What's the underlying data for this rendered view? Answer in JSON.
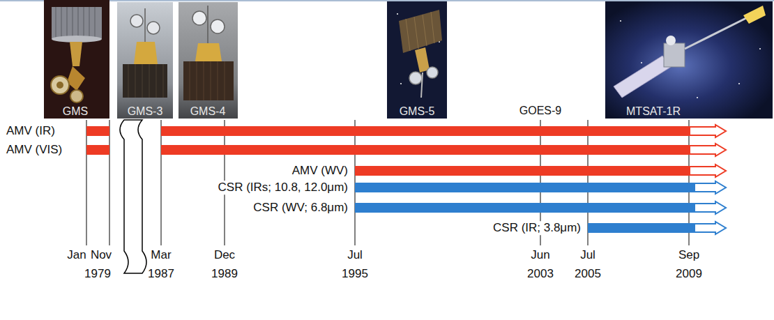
{
  "diagram": {
    "labels": [
      "GMS",
      "GMS-3",
      "GMS-4",
      "GMS-5",
      "GOES-9",
      "MTSAT-1R",
      "AMV (IR)",
      "AMV (VIS)",
      "AMV (WV)",
      "CSR (IRs; 10.8, 12.0μm)",
      "CSR (WV; 6.8μm)",
      "CSR (IR; 3.8μm)",
      "Jan",
      "Nov",
      "Mar",
      "Dec",
      "Jul",
      "Jun",
      "Jul",
      "Sep",
      "1979",
      "1987",
      "1989",
      "1995",
      "2003",
      "2005",
      "2009"
    ]
  }
}
